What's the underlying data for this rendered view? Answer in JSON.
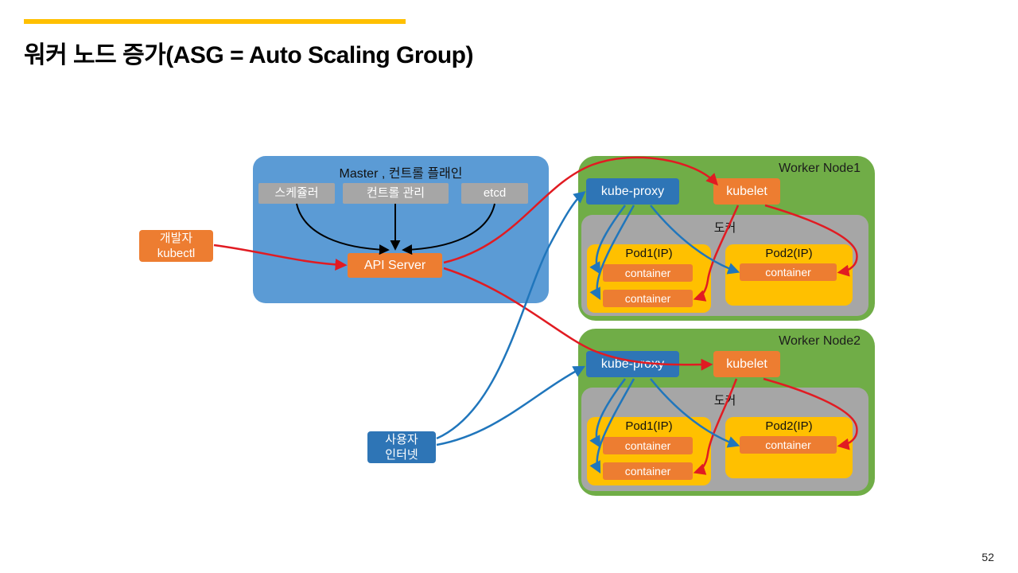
{
  "slide": {
    "title": "워커 노드 증가(ASG = Auto Scaling Group)",
    "page_number": "52"
  },
  "master": {
    "label": "Master , 컨트롤 플래인",
    "scheduler": "스케쥴러",
    "controller": "컨트롤 관리",
    "etcd": "etcd",
    "api_server": "API Server"
  },
  "developer": {
    "line1": "개발자",
    "line2": "kubectl"
  },
  "user": {
    "line1": "사용자",
    "line2": "인터넷"
  },
  "worker_node1": {
    "label": "Worker Node1",
    "kube_proxy": "kube-proxy",
    "kubelet": "kubelet",
    "docker": "도커",
    "pod1": {
      "label": "Pod1(IP)",
      "containers": [
        "container",
        "container"
      ]
    },
    "pod2": {
      "label": "Pod2(IP)",
      "containers": [
        "container"
      ]
    }
  },
  "worker_node2": {
    "label": "Worker Node2",
    "kube_proxy": "kube-proxy",
    "kubelet": "kubelet",
    "docker": "도커",
    "pod1": {
      "label": "Pod1(IP)",
      "containers": [
        "container",
        "container"
      ]
    },
    "pod2": {
      "label": "Pod2(IP)",
      "containers": [
        "container"
      ]
    }
  },
  "colors": {
    "accent_bar": "#ffc000",
    "master_box": "#5b9bd5",
    "worker_node": "#70ad47",
    "pod": "#ffc000",
    "container_orange": "#ed7d31",
    "gray_box": "#a6a6a6",
    "kube_proxy_blue": "#2e75b6",
    "arrow_red": "#e11b22",
    "arrow_blue": "#2076bc",
    "arrow_black": "#000000"
  }
}
